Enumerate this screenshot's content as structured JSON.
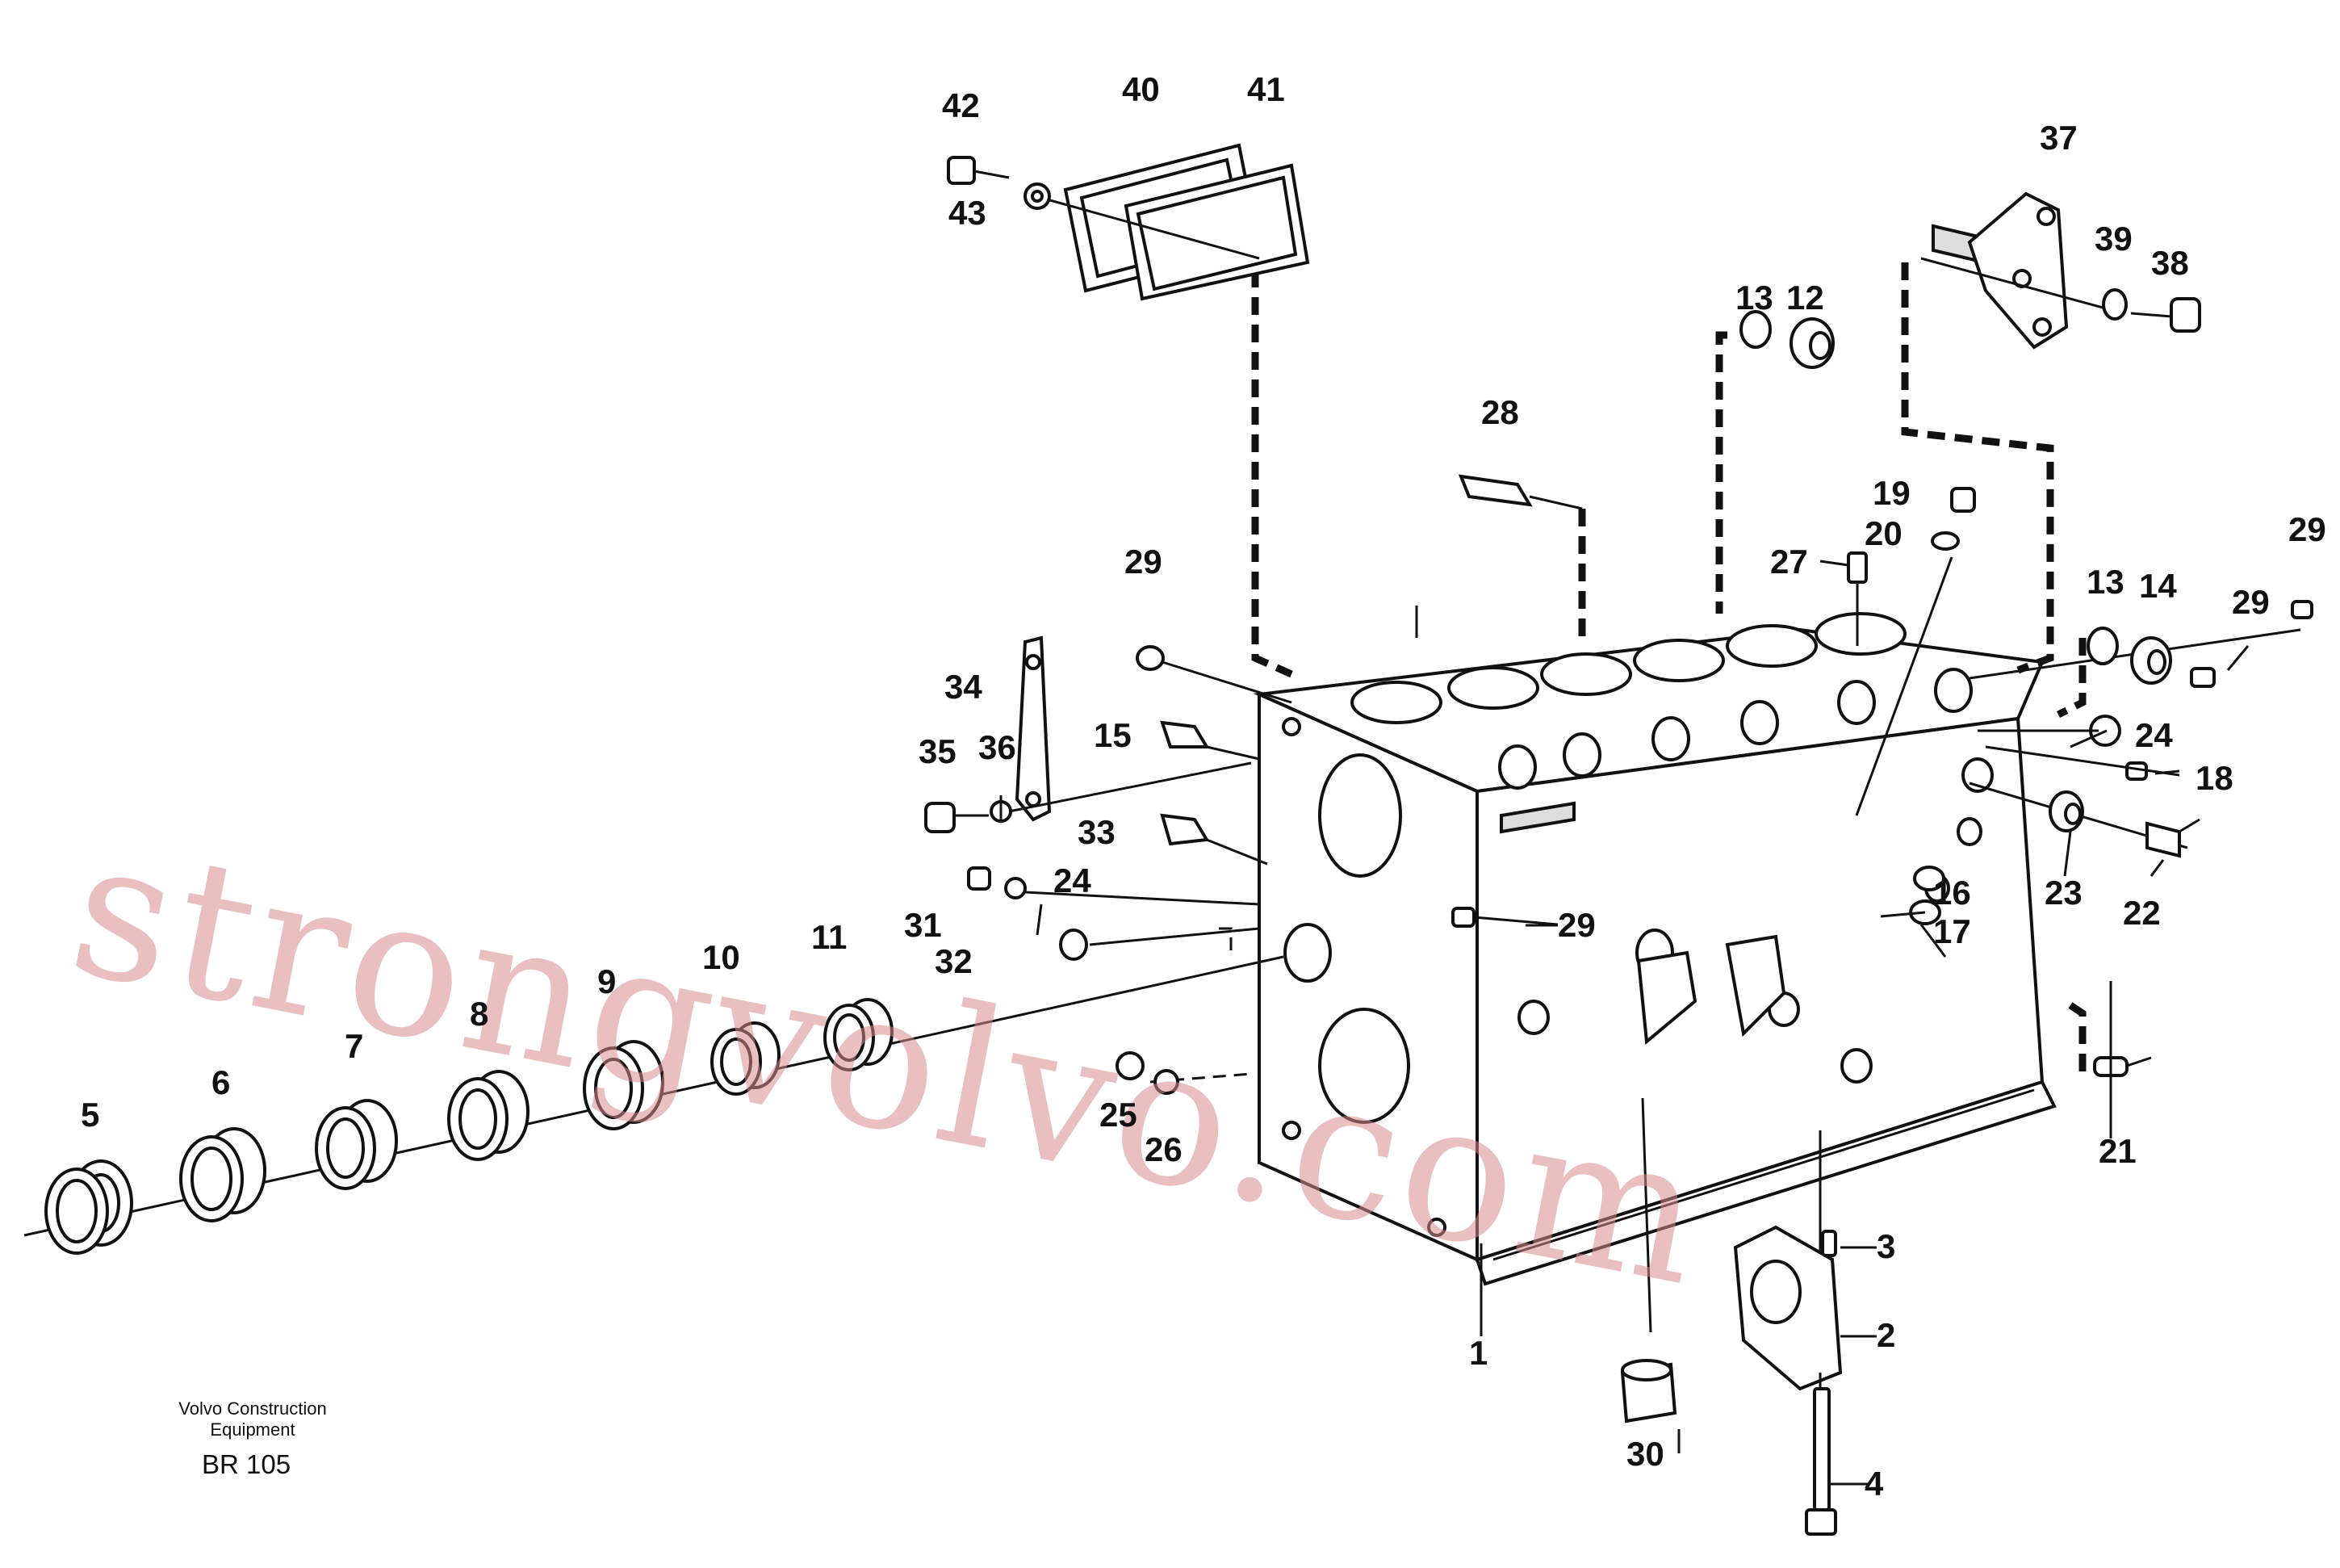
{
  "diagram": {
    "credit_line1": "Volvo Construction",
    "credit_line2": "Equipment",
    "figure_code": "BR 105",
    "watermark": "strongvolvo.com",
    "callouts": [
      "1",
      "2",
      "3",
      "4",
      "5",
      "6",
      "7",
      "8",
      "9",
      "10",
      "11",
      "12",
      "13",
      "14",
      "15",
      "16",
      "17",
      "18",
      "19",
      "20",
      "21",
      "22",
      "23",
      "24",
      "25",
      "26",
      "27",
      "28",
      "29",
      "30",
      "31",
      "32",
      "33",
      "34",
      "35",
      "36",
      "37",
      "38",
      "39",
      "40",
      "41",
      "42",
      "43"
    ]
  }
}
